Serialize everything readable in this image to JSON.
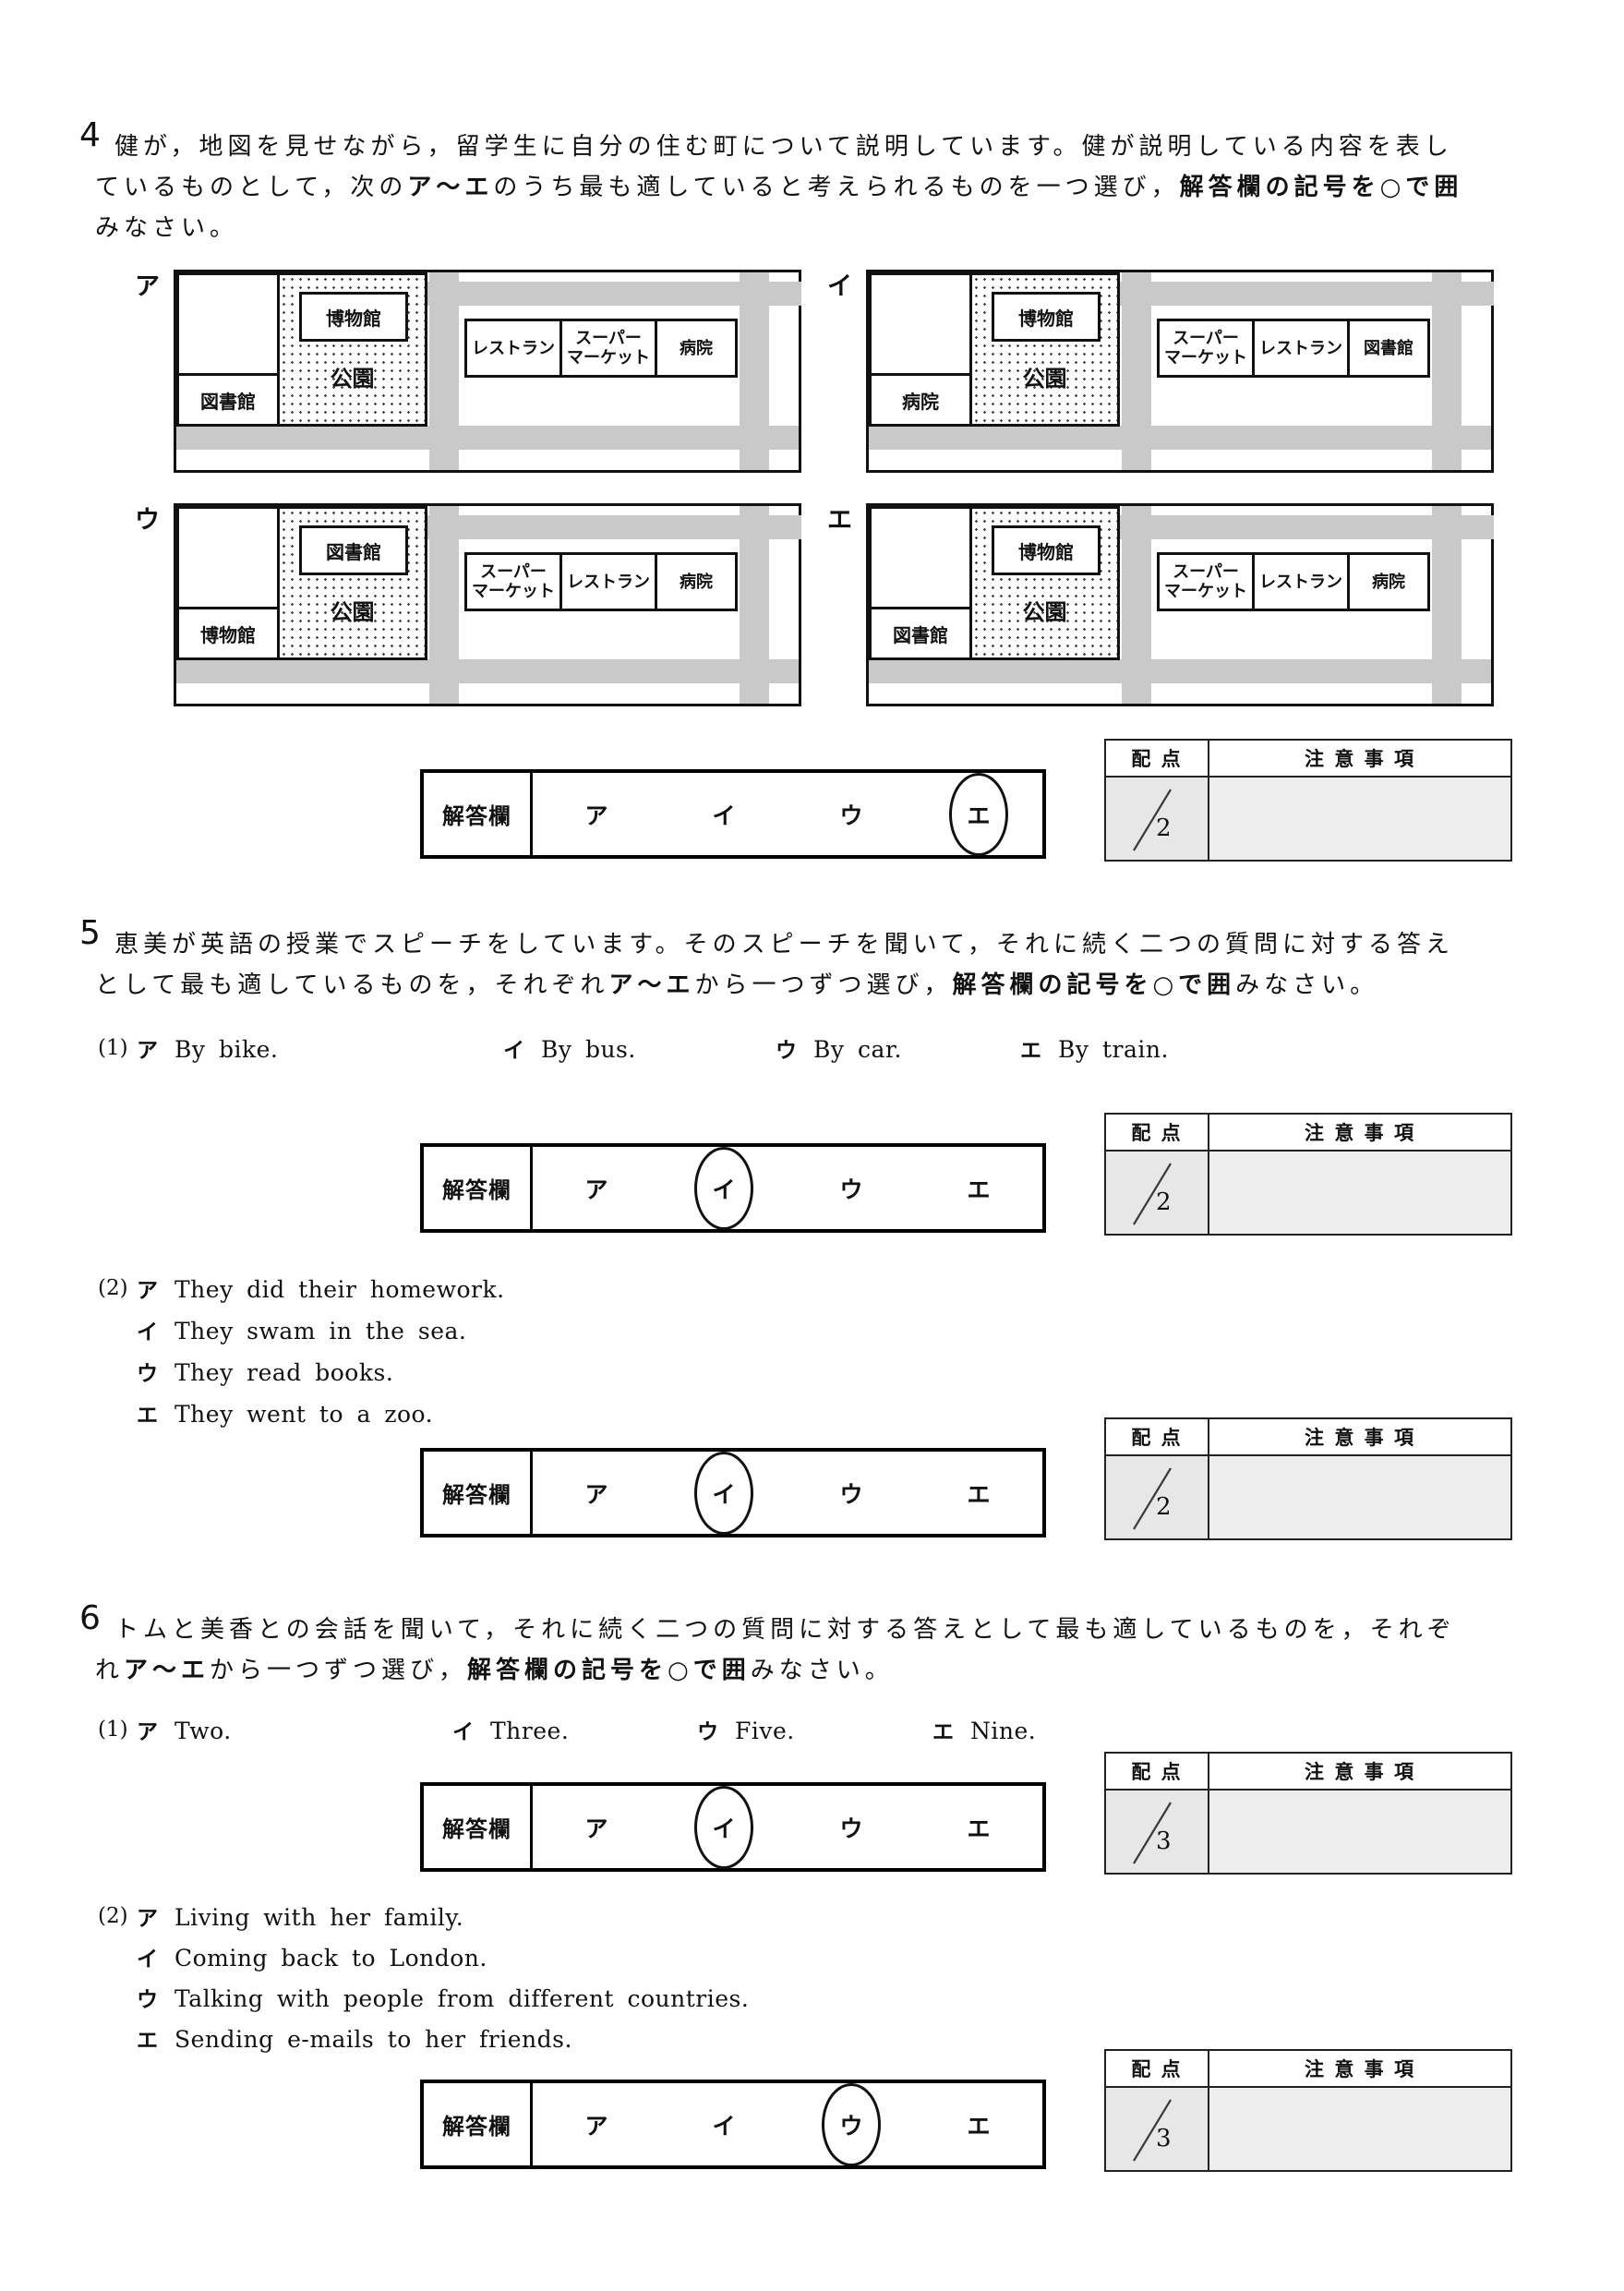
{
  "q4": {
    "num": "4",
    "l1": "健が，地図を見せながら，留学生に自分の住む町について説明しています。健が説明している内容を表し",
    "l2a": "ているものとして，次の",
    "l2b": "ア～エ",
    "l2c": "のうち最も適していると考えられるものを一つ選び，",
    "l2d": "解答欄の記号を○で囲",
    "l3": "みなさい。"
  },
  "maps": [
    {
      "label": "ア",
      "corner": "図書館",
      "park": "公園",
      "park_box": "博物館",
      "b1a": "レストラン",
      "b1b": "",
      "b2a": "スーパー",
      "b2b": "マーケット",
      "b3": "病院"
    },
    {
      "label": "イ",
      "corner": "病院",
      "park": "公園",
      "park_box": "博物館",
      "b1a": "スーパー",
      "b1b": "マーケット",
      "b2a": "レストラン",
      "b2b": "",
      "b3": "図書館"
    },
    {
      "label": "ウ",
      "corner": "博物館",
      "park": "公園",
      "park_box": "図書館",
      "b1a": "スーパー",
      "b1b": "マーケット",
      "b2a": "レストラン",
      "b2b": "",
      "b3": "病院"
    },
    {
      "label": "エ",
      "corner": "図書館",
      "park": "公園",
      "park_box": "博物館",
      "b1a": "スーパー",
      "b1b": "マーケット",
      "b2a": "レストラン",
      "b2b": "",
      "b3": "病院"
    }
  ],
  "q5": {
    "num": "5",
    "l1": "恵美が英語の授業でスピーチをしています。そのスピーチを聞いて，それに続く二つの質問に対する答え",
    "l2a": "として最も適しているものを，それぞれ",
    "l2b": "ア～エ",
    "l2c": "から一つずつ選び，",
    "l2d": "解答欄の記号を○で囲",
    "l2e": "みなさい。",
    "q1": {
      "num": "(1)",
      "opts": [
        {
          "k": "ア",
          "t": "By bike."
        },
        {
          "k": "イ",
          "t": "By bus."
        },
        {
          "k": "ウ",
          "t": "By car."
        },
        {
          "k": "エ",
          "t": "By train."
        }
      ]
    },
    "q2": {
      "num": "(2)",
      "opts": [
        {
          "k": "ア",
          "t": "They did their homework."
        },
        {
          "k": "イ",
          "t": "They swam in the sea."
        },
        {
          "k": "ウ",
          "t": "They read books."
        },
        {
          "k": "エ",
          "t": "They went to a zoo."
        }
      ]
    }
  },
  "q6": {
    "num": "6",
    "l1": "トムと美香との会話を聞いて，それに続く二つの質問に対する答えとして最も適しているものを，それぞ",
    "l2a": "れ",
    "l2b": "ア～エ",
    "l2c": "から一つずつ選び，",
    "l2d": "解答欄の記号を○で囲",
    "l2e": "みなさい。",
    "q1": {
      "num": "(1)",
      "opts": [
        {
          "k": "ア",
          "t": "Two."
        },
        {
          "k": "イ",
          "t": "Three."
        },
        {
          "k": "ウ",
          "t": "Five."
        },
        {
          "k": "エ",
          "t": "Nine."
        }
      ]
    },
    "q2": {
      "num": "(2)",
      "opts": [
        {
          "k": "ア",
          "t": "Living with her family."
        },
        {
          "k": "イ",
          "t": "Coming back to London."
        },
        {
          "k": "ウ",
          "t": "Talking with people from different countries."
        },
        {
          "k": "エ",
          "t": "Sending e-mails to her friends."
        }
      ]
    }
  },
  "answer_label": "解答欄",
  "answer_options": [
    "ア",
    "イ",
    "ウ",
    "エ"
  ],
  "score_table": {
    "col1": "配 点",
    "col2": "注 意 事 項"
  },
  "answers": [
    {
      "section": "4",
      "circled": 3,
      "score": "2"
    },
    {
      "section": "5-1",
      "circled": 1,
      "score": "2"
    },
    {
      "section": "5-2",
      "circled": 1,
      "score": "2"
    },
    {
      "section": "6-1",
      "circled": 1,
      "score": "3"
    },
    {
      "section": "6-2",
      "circled": 2,
      "score": "3"
    }
  ],
  "colors": {
    "road": "#c9c9c9",
    "table_body": "#e9e9e9",
    "ink": "#111111"
  }
}
